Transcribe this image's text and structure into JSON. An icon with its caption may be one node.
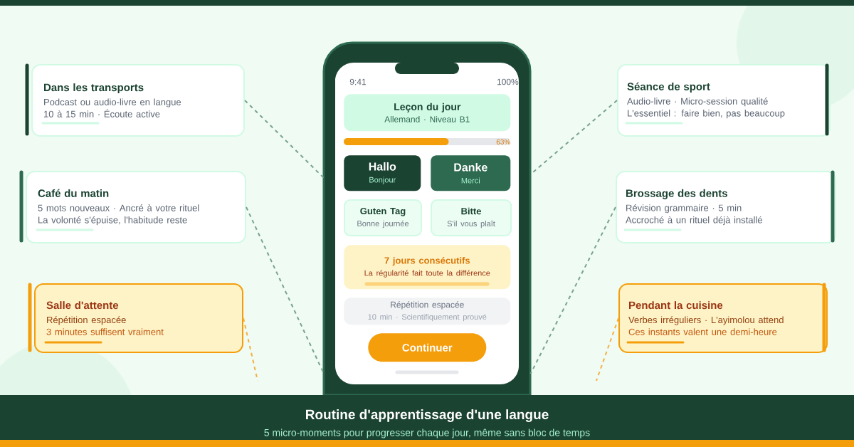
{
  "diagram": {
    "title": "Routine d'apprentissage d'une langue",
    "caption": "5 micro-moments pour progresser chaque jour, même sans bloc de temps",
    "nodes": [
      {
        "text": [
          "Dans les transports",
          "Podcast ou audio-livre en langue",
          "10 à 15 min · Écoute active"
        ]
      },
      {
        "text": [
          "Café du matin",
          "5 mots nouveaux · Ancré à votre rituel",
          "La volonté s'épuise, l'habitude reste"
        ]
      },
      {
        "text": [
          "Salle d'attente",
          "Répétition espacée",
          "3 minutes suffisent vraiment"
        ]
      },
      {
        "text": [],
        "shape": "phone"
      },
      {
        "text": [
          "Leçon du jour",
          "Allemand · Niveau B1"
        ],
        "in": 3
      },
      {
        "text": [
          "63%"
        ],
        "in": 3
      },
      {
        "text": [
          "Hallo",
          "Bonjour"
        ],
        "in": 3
      },
      {
        "text": [
          "Danke",
          "Merci"
        ],
        "in": 3
      },
      {
        "text": [
          "Guten Tag",
          "Bonne journée"
        ],
        "in": 3
      },
      {
        "text": [
          "Bitte",
          "S'il vous plaît"
        ],
        "in": 3
      },
      {
        "text": [
          "7 jours consécutifs",
          "La régularité fait toute la différence"
        ],
        "in": 3
      },
      {
        "text": [
          "Répétition espacée",
          "10 min · Scientifiquement prouvé"
        ],
        "in": 3
      },
      {
        "text": [
          "Continuer"
        ],
        "in": 3
      },
      {
        "text": [
          "Séance de sport",
          "Audio-livre · Micro-session qualité",
          "L'essentiel : faire bien, pas beaucoup"
        ]
      },
      {
        "text": [
          "Brossage des dents",
          "Révision grammaire · 5 min",
          "Accroché à un rituel déjà installé"
        ]
      },
      {
        "text": [
          "Pendant la cuisine",
          "Verbes irréguliers · L'ayimolou attend",
          "Ces instants valent une demi-heure"
        ]
      }
    ],
    "edges": [
      {
        "from": 0,
        "to": 3,
        "arrow": "none",
        "style": "dashed"
      },
      {
        "from": 1,
        "to": 3,
        "arrow": "none",
        "style": "dashed"
      },
      {
        "from": 2,
        "to": null,
        "arrow": "none",
        "style": "dashed",
        "color": "#f5b041"
      },
      {
        "from": 13,
        "to": 3,
        "arrow": "none",
        "style": "dashed"
      },
      {
        "from": 14,
        "to": 3,
        "arrow": "none",
        "style": "dashed"
      },
      {
        "from": 15,
        "to": null,
        "arrow": "none",
        "style": "dashed",
        "color": "#f5b041"
      }
    ],
    "labels": [
      "9:41",
      "100%"
    ]
  }
}
